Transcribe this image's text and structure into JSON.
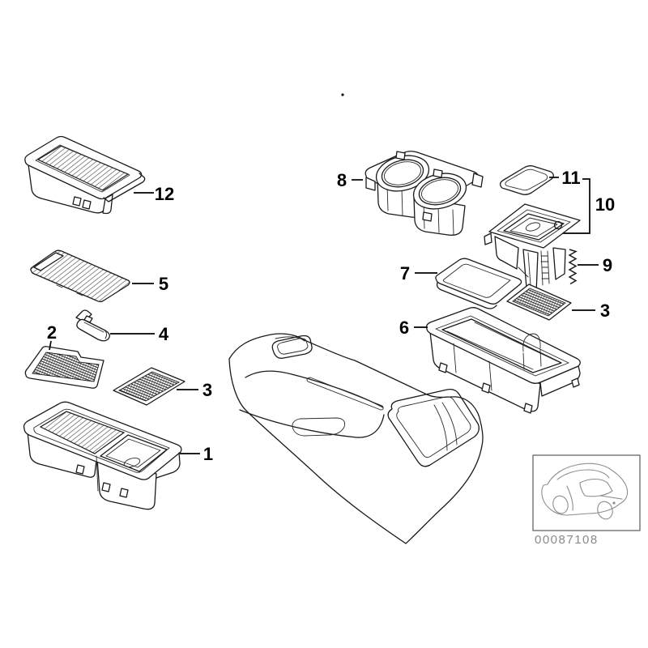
{
  "diagram": {
    "type": "exploded-parts-diagram",
    "background_color": "#ffffff",
    "line_color": "#1a1a1a",
    "label_color": "#000000",
    "drawing_number": "00087108",
    "drawing_number_color": "#8a8a8a"
  },
  "callouts": [
    {
      "part": "12",
      "text": "12"
    },
    {
      "part": "5",
      "text": "5"
    },
    {
      "part": "4",
      "text": "4"
    },
    {
      "part": "2",
      "text": "2"
    },
    {
      "part": "3-left",
      "text": "3"
    },
    {
      "part": "1",
      "text": "1"
    },
    {
      "part": "8",
      "text": "8"
    },
    {
      "part": "7",
      "text": "7"
    },
    {
      "part": "6",
      "text": "6"
    },
    {
      "part": "11",
      "text": "11"
    },
    {
      "part": "10",
      "text": "10"
    },
    {
      "part": "9",
      "text": "9"
    },
    {
      "part": "3-right",
      "text": "3"
    }
  ]
}
